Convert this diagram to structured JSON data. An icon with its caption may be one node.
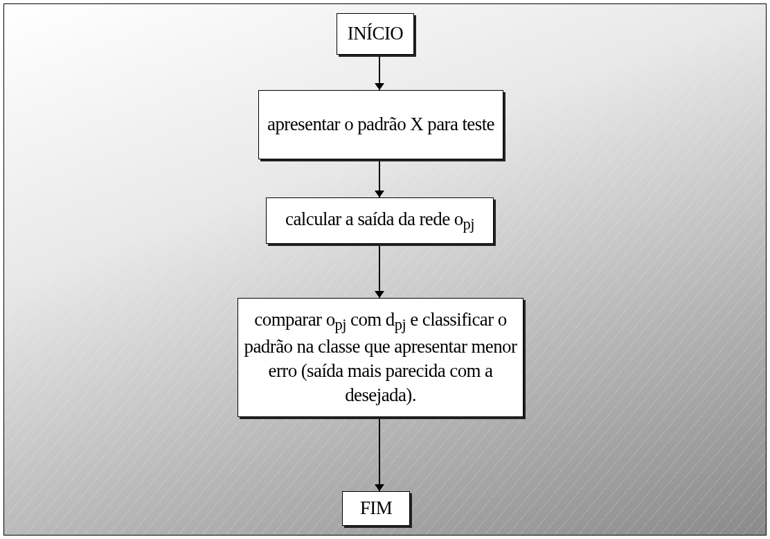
{
  "diagram": {
    "nodes": [
      {
        "text": [
          "INÍCIO"
        ]
      },
      {
        "text": [
          "apresentar o padrão X para teste"
        ]
      },
      {
        "text": [
          "calcular a saída da rede o$_{pj}$"
        ]
      },
      {
        "text": [
          "comparar o$_{pj}$ com d$_{pj}$ e classificar o padrão na classe que apresentar menor erro (saída mais parecida com a desejada)."
        ]
      },
      {
        "text": [
          "FIM"
        ]
      }
    ],
    "edges": [
      {
        "from": 0,
        "to": 1,
        "arrow": "to"
      },
      {
        "from": 1,
        "to": 2,
        "arrow": "to"
      },
      {
        "from": 2,
        "to": 3,
        "arrow": "to"
      },
      {
        "from": 3,
        "to": 4,
        "arrow": "to"
      }
    ]
  }
}
